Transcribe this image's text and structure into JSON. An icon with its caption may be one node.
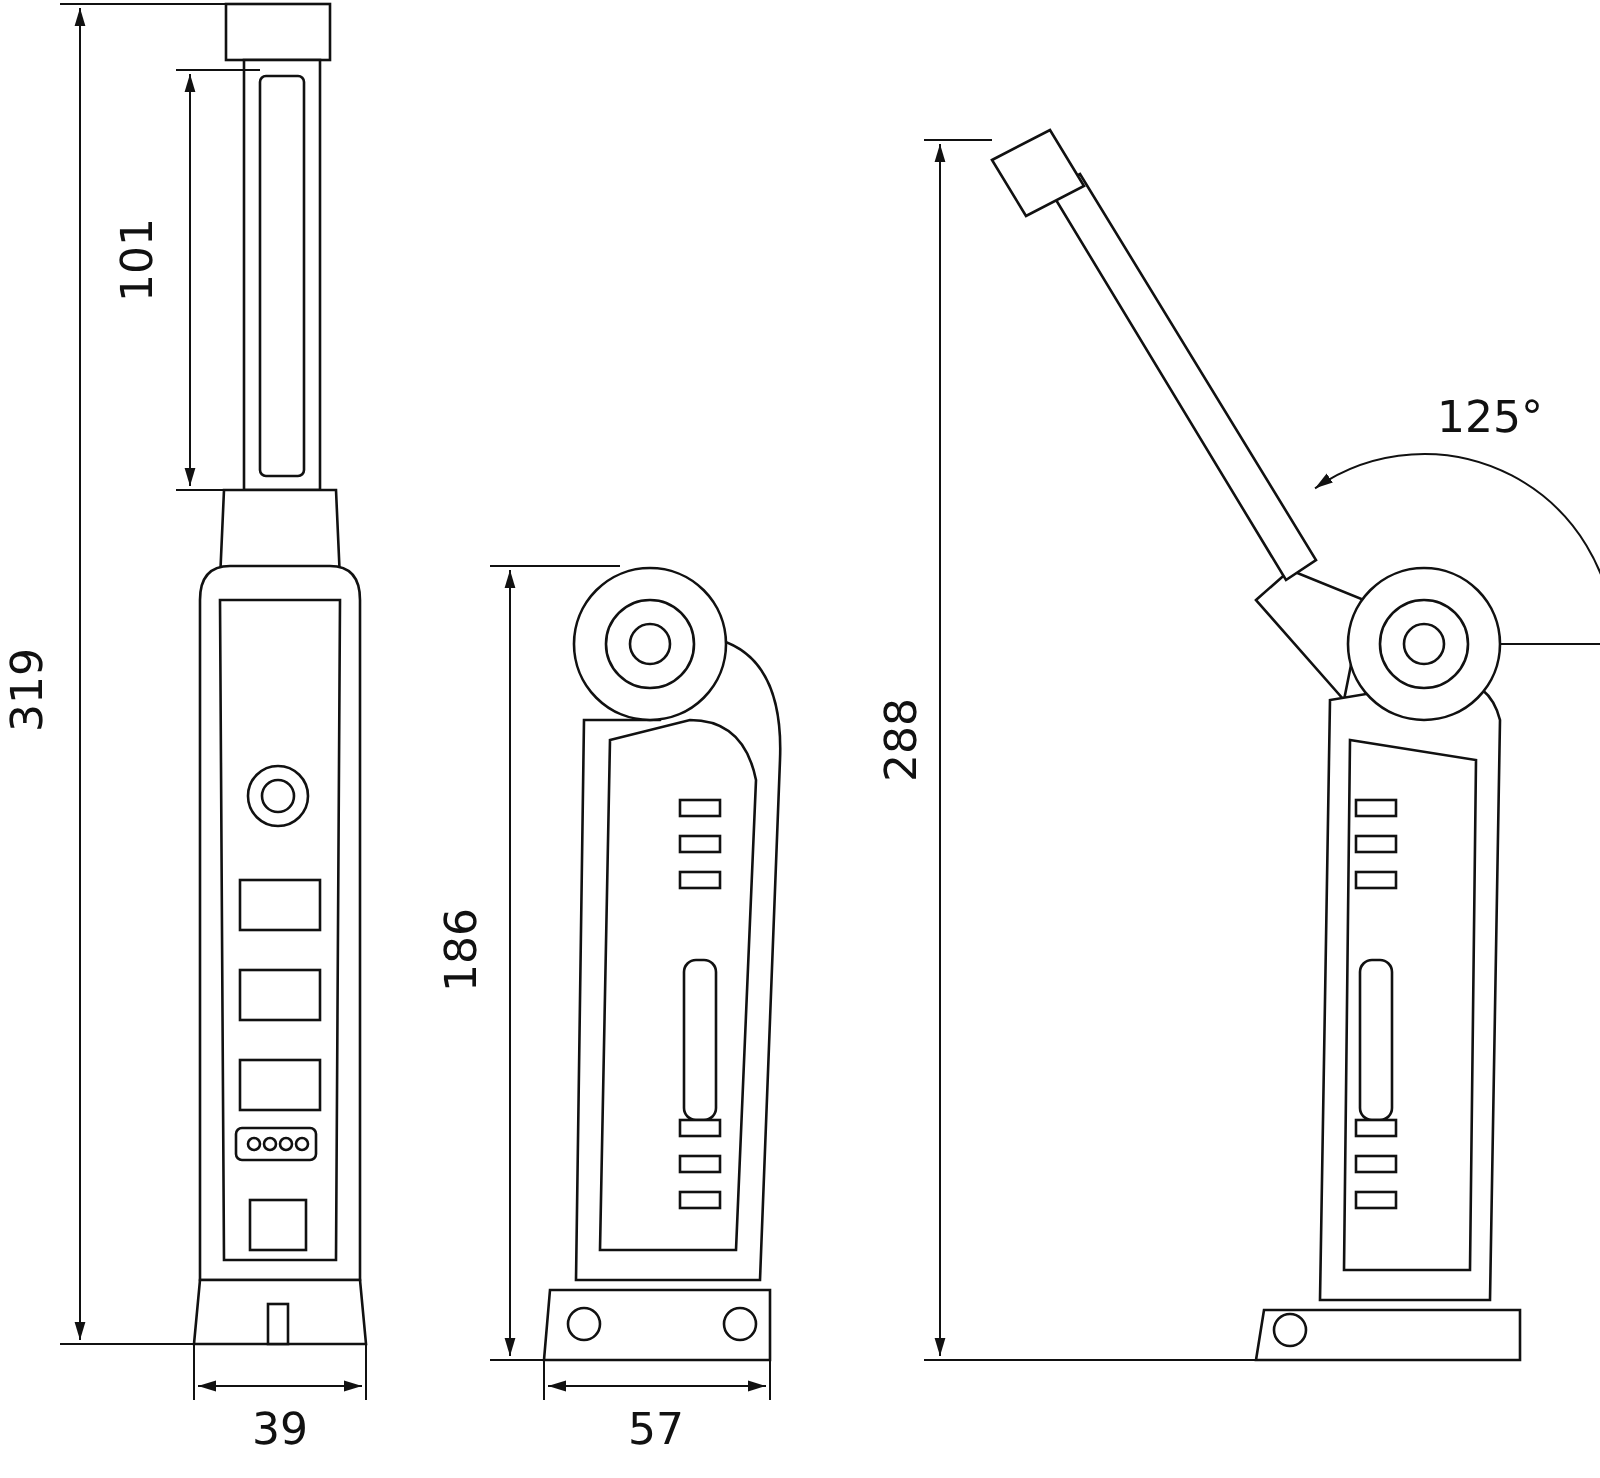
{
  "diagram": {
    "labels": [
      "101",
      "125°",
      "319",
      "288",
      "186",
      "39",
      "57"
    ]
  }
}
